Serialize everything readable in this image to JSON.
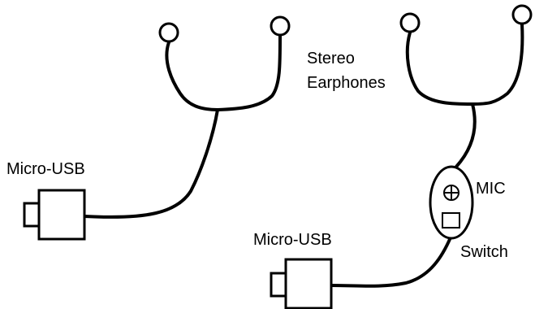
{
  "labels": {
    "left_connector": "Micro-USB",
    "right_connector": "Micro-USB",
    "earphones_line1": "Stereo",
    "earphones_line2": "Earphones",
    "mic": "MIC",
    "switch": "Switch"
  },
  "icons": {
    "mic": "crosshair-circle-icon",
    "switch": "square-button-icon"
  },
  "colors": {
    "stroke": "#000000",
    "background": "#ffffff"
  }
}
